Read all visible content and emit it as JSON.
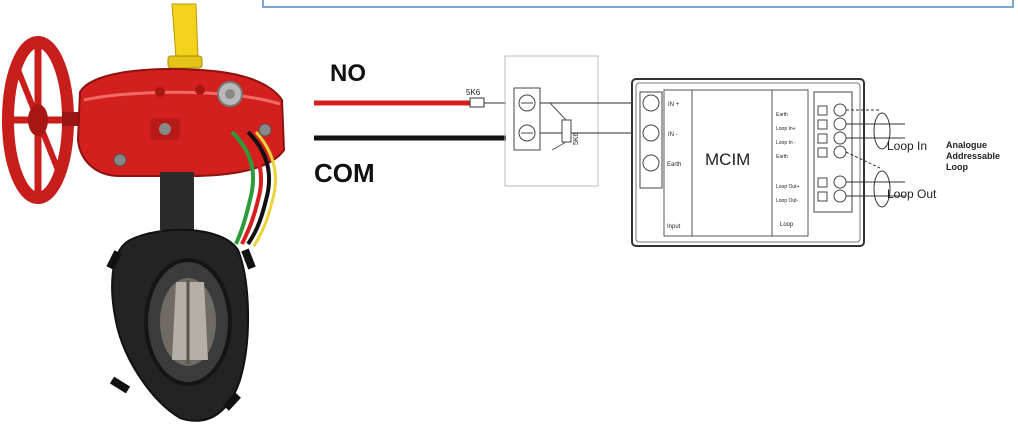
{
  "labels": {
    "no": "NO",
    "com": "COM",
    "resistor": "5K6",
    "resistor2": "5K6",
    "module": "MCIM",
    "loop_in": "Loop In",
    "loop_out": "Loop Out",
    "system_line1": "Analogue",
    "system_line2": "Addressable",
    "system_line3": "Loop"
  },
  "module_left_terminals": [
    "IN +",
    "IN -",
    "Earth"
  ],
  "module_left_bottom": "Input",
  "module_right_terminals": [
    "Earth",
    "Loop In+",
    "Loop In -",
    "Earth",
    "Loop Out+",
    "Loop Out-"
  ],
  "module_right_bottom": "Loop",
  "colors": {
    "no_wire": "#d81e1e",
    "com_wire": "#111111",
    "valve_red": "#d3201e",
    "valve_body": "#232323",
    "indicator_yellow": "#f2d21b",
    "frame_blue": "#7aa7d6"
  },
  "icons": [
    "butterfly-valve-image",
    "gear-operator",
    "handwheel",
    "resistor-symbol",
    "terminal-block"
  ]
}
